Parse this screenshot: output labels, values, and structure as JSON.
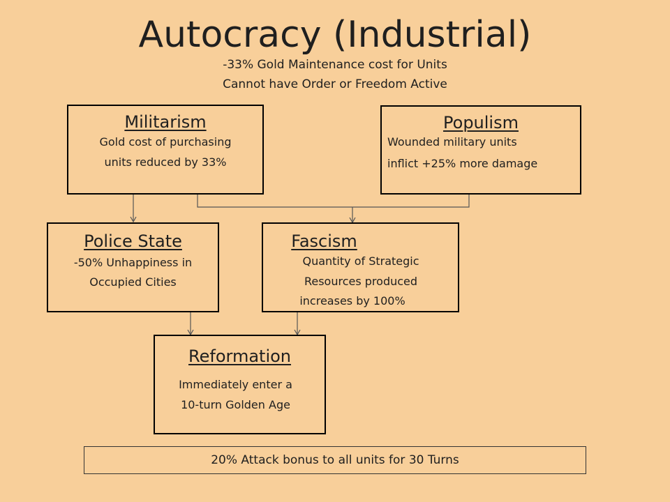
{
  "title": "Autocracy (Industrial)",
  "subtitle": {
    "line1": "-33% Gold Maintenance cost for Units",
    "line2": "Cannot have Order or Freedom Active"
  },
  "nodes": {
    "militarism": {
      "title": "Militarism",
      "desc_line1": "Gold cost of purchasing",
      "desc_line2": "units reduced by 33%"
    },
    "populism": {
      "title": "Populism",
      "desc_line1": "Wounded military units",
      "desc_line2": "inflict +25% more damage"
    },
    "police_state": {
      "title": "Police State",
      "desc_line1": "-50% Unhappiness in",
      "desc_line2": "Occupied Cities"
    },
    "fascism": {
      "title": "Fascism",
      "desc_line1": "Quantity of Strategic",
      "desc_line2": "Resources produced",
      "desc_line3": "increases by 100%"
    },
    "reformation": {
      "title": "Reformation",
      "desc_line1": "Immediately enter a",
      "desc_line2": "10-turn Golden Age"
    }
  },
  "finisher": "20% Attack bonus to all units for 30 Turns"
}
